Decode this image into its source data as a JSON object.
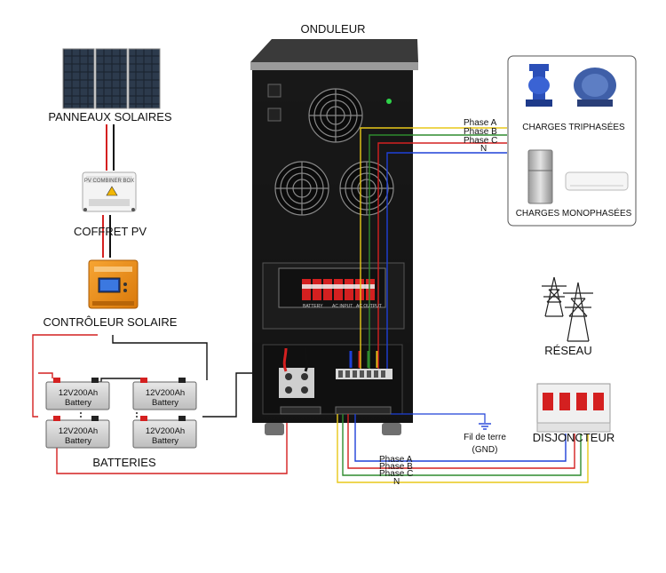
{
  "title": "ONDULEUR",
  "components": {
    "solar_panels": "PANNEAUX SOLAIRES",
    "pv_box": "COFFRET PV",
    "pv_box_plate": "PV COMBINER BOX",
    "controller": "CONTRÔLEUR SOLAIRE",
    "batteries": "BATTERIES",
    "battery_label_line1": "12V200Ah",
    "battery_label_line2": "Battery",
    "three_phase_loads": "CHARGES TRIPHASÉES",
    "single_phase_loads": "CHARGES MONOPHASÉES",
    "grid": "RÉSEAU",
    "breaker": "DISJONCTEUR",
    "ground": "Fil de terre",
    "ground_abbr": "(GND)"
  },
  "inverter_panel": {
    "battery": "BATTERY",
    "ac_input": "AC INPUT",
    "ac_output": "AC OUTPUT"
  },
  "output_lines": [
    "Phase A",
    "Phase B",
    "Phase C",
    "N"
  ],
  "input_lines": [
    "Phase A",
    "Phase B",
    "Phase C",
    "N"
  ],
  "colors": {
    "phase_a": "#1e40d8",
    "phase_b": "#d42020",
    "phase_c": "#2e8b2e",
    "neutral": "#e8c81a",
    "dc_positive": "#d42020",
    "dc_negative": "#111111",
    "inverter_body": "#161616"
  }
}
